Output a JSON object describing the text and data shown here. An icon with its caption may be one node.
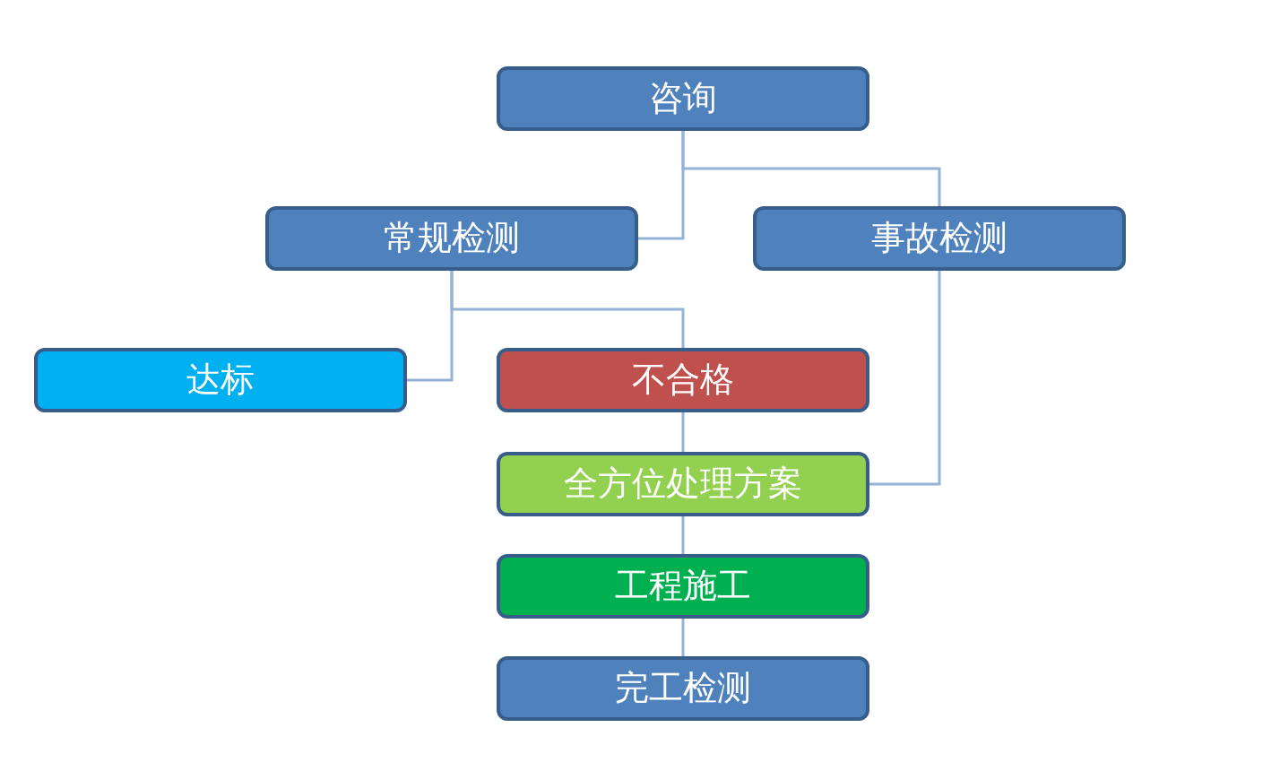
{
  "diagram": {
    "nodes": [
      {
        "text": [
          "咨询"
        ]
      },
      {
        "text": [
          "常规检测"
        ]
      },
      {
        "text": [
          "事故检测"
        ]
      },
      {
        "text": [
          "达标"
        ]
      },
      {
        "text": [
          "不合格"
        ]
      },
      {
        "text": [
          "全方位处理方案"
        ]
      },
      {
        "text": [
          "工程施工"
        ]
      },
      {
        "text": [
          "完工检测"
        ]
      }
    ],
    "edges": [
      {
        "from": 0,
        "to": 1,
        "arrow": "none"
      },
      {
        "from": 0,
        "to": 2,
        "arrow": "none"
      },
      {
        "from": 1,
        "to": 3,
        "arrow": "none"
      },
      {
        "from": 1,
        "to": 4,
        "arrow": "none"
      },
      {
        "from": 2,
        "to": 5,
        "arrow": "none"
      },
      {
        "from": 4,
        "to": 5,
        "arrow": "none"
      },
      {
        "from": 5,
        "to": 6,
        "arrow": "none"
      },
      {
        "from": 6,
        "to": 7,
        "arrow": "none"
      }
    ]
  }
}
